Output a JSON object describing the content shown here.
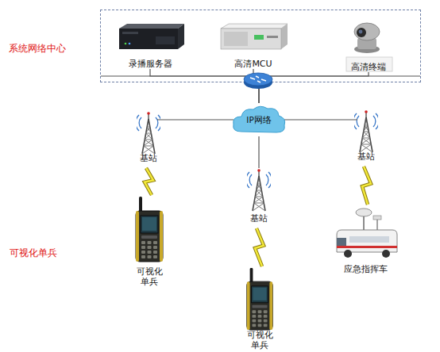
{
  "diagram": {
    "nodes": [
      {
        "text": [
          "系统网络中心"
        ]
      },
      {
        "text": [
          "录播服务器"
        ],
        "in": 0
      },
      {
        "text": [
          "高清MCU"
        ],
        "in": 0
      },
      {
        "text": [
          "高清终端"
        ],
        "in": 0
      },
      {
        "text": [
          "IP网络"
        ]
      },
      {
        "text": [
          "基站"
        ]
      },
      {
        "text": [
          "基站"
        ]
      },
      {
        "text": [
          "基站"
        ]
      },
      {
        "text": [
          "可视化 单兵"
        ]
      },
      {
        "text": [
          "可视化 单兵"
        ]
      },
      {
        "text": [
          "应急指挥车"
        ]
      }
    ],
    "edges": [
      {
        "from": 1,
        "to": 4,
        "arrow": "none"
      },
      {
        "from": 2,
        "to": 4,
        "arrow": "none"
      },
      {
        "from": 3,
        "to": 4,
        "arrow": "none"
      },
      {
        "from": 4,
        "to": 5,
        "arrow": "none"
      },
      {
        "from": 4,
        "to": 6,
        "arrow": "none"
      },
      {
        "from": 4,
        "to": 7,
        "arrow": "none"
      },
      {
        "from": 5,
        "to": 8,
        "arrow": "none"
      },
      {
        "from": 6,
        "to": 9,
        "arrow": "none"
      },
      {
        "from": 7,
        "to": 10,
        "arrow": "none"
      }
    ],
    "labels": [
      "可视化单兵"
    ]
  }
}
